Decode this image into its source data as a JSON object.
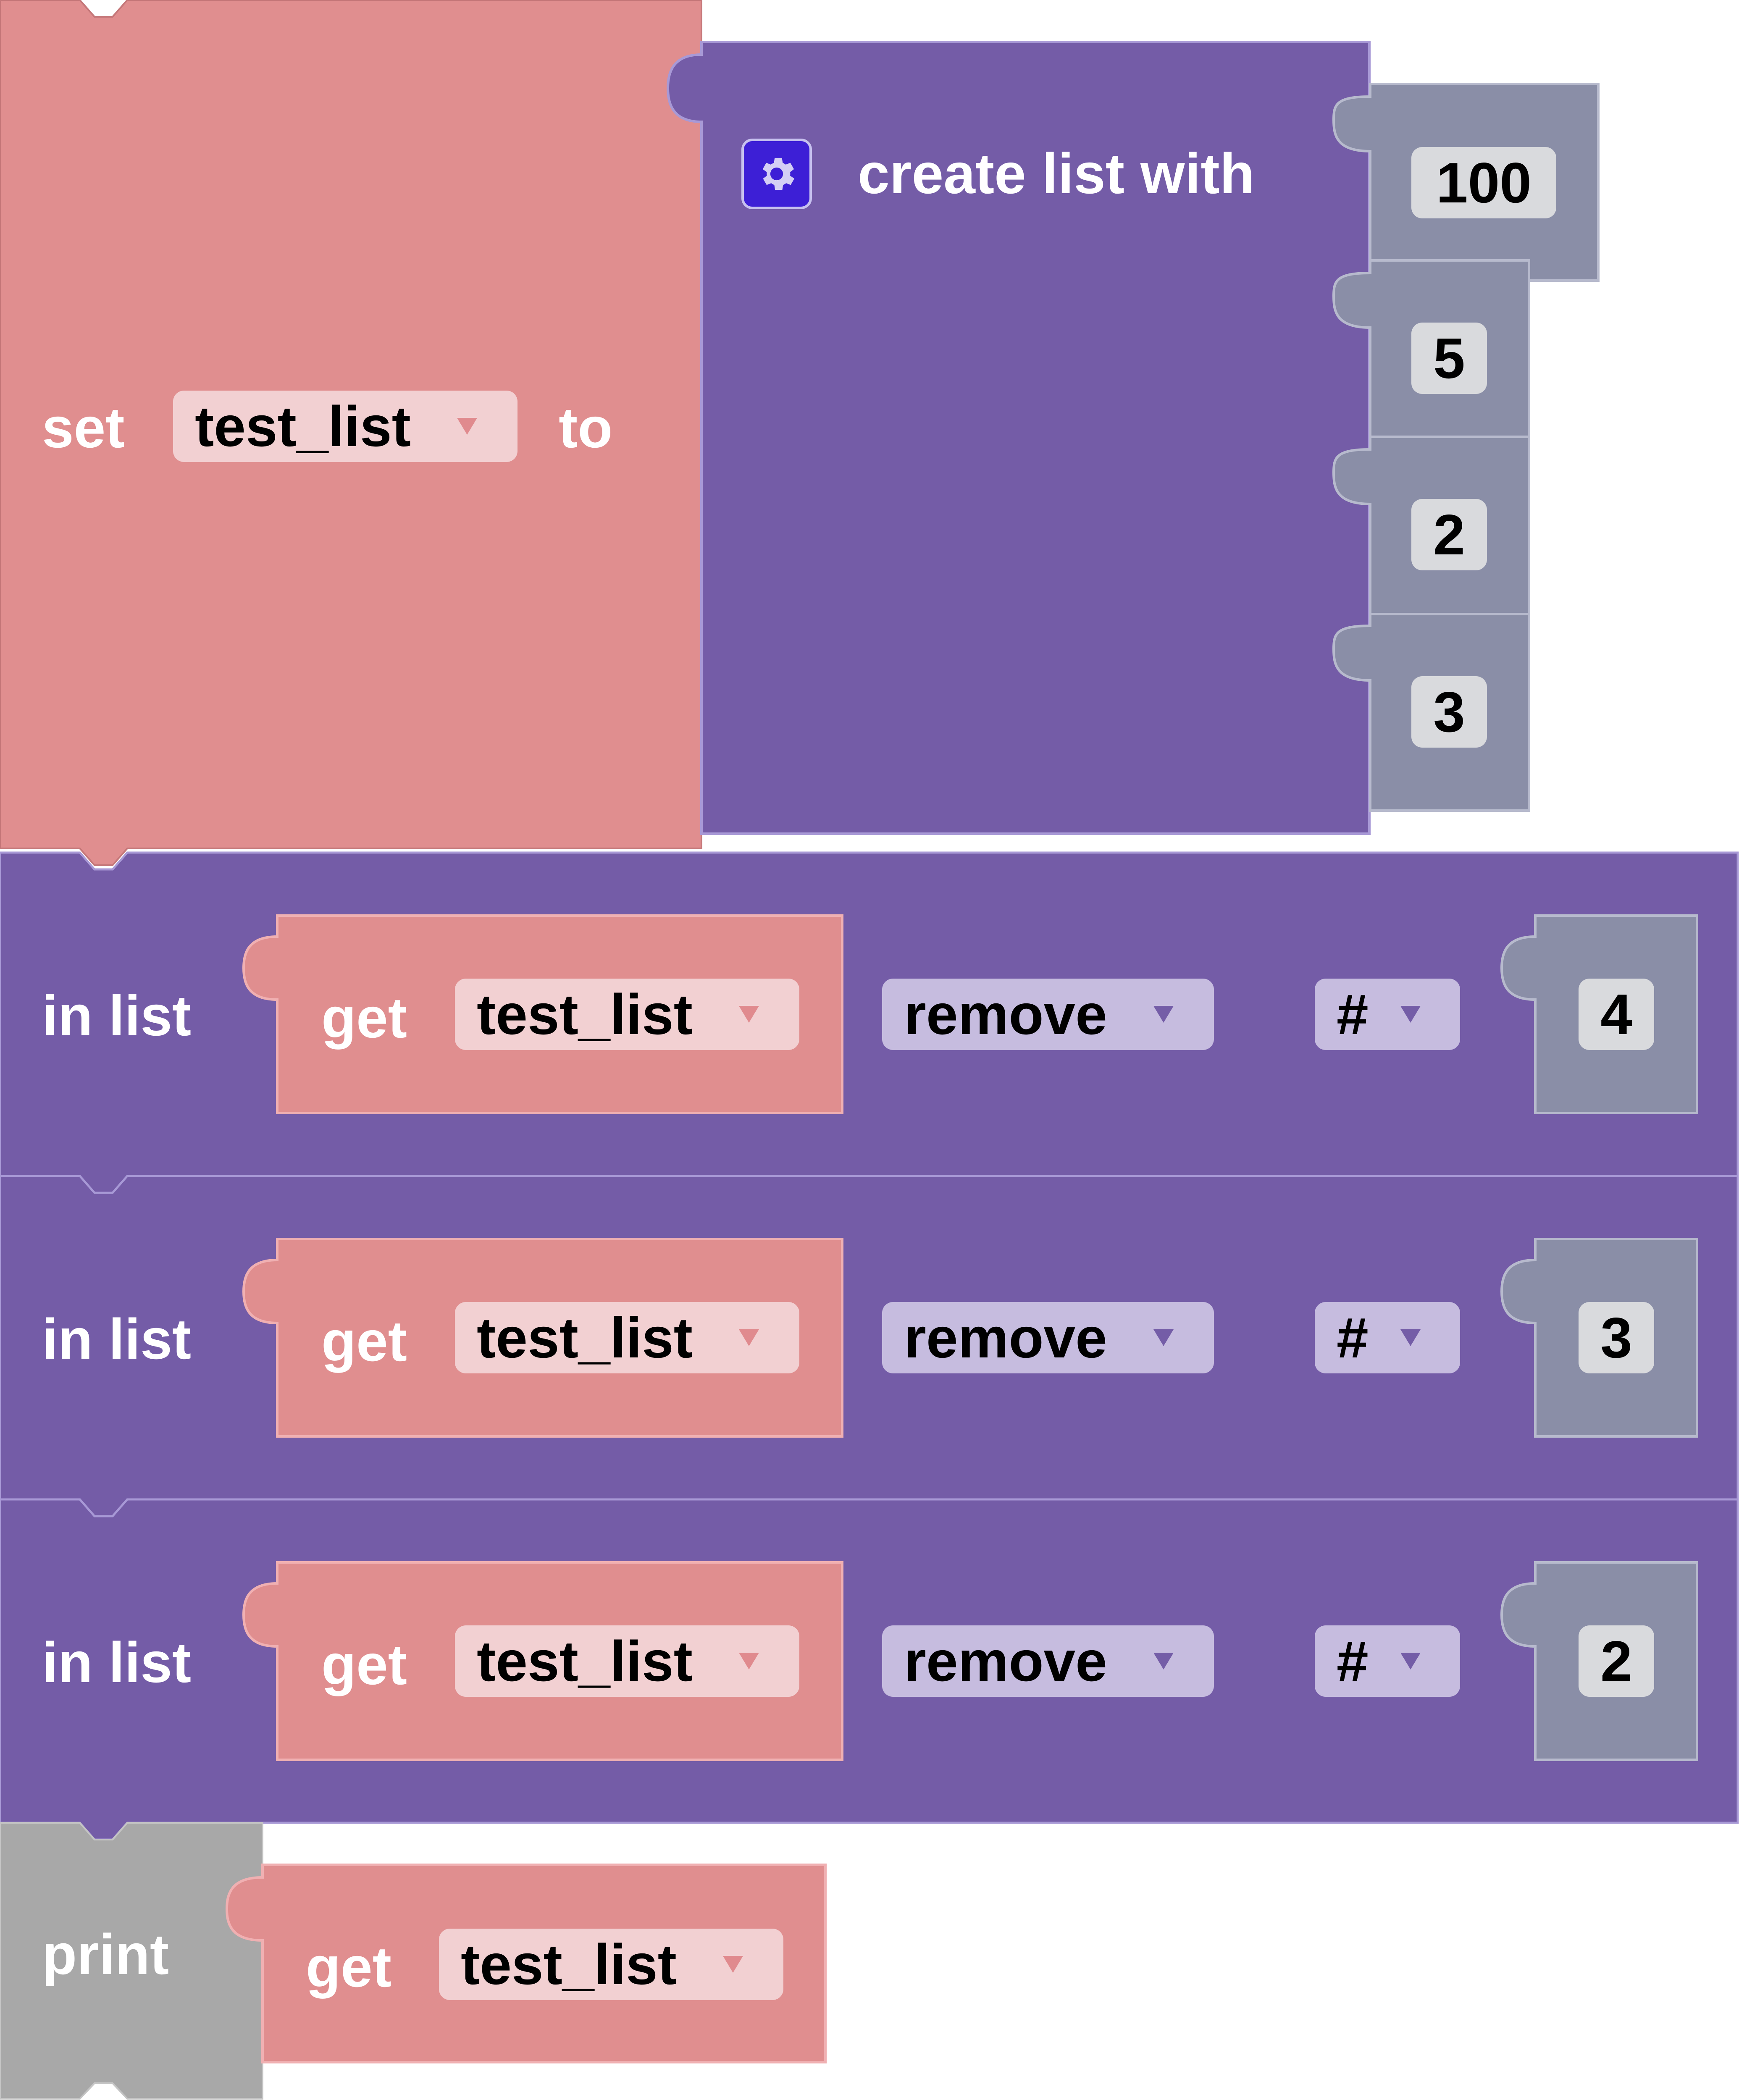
{
  "colors": {
    "variables": "#e08e8f",
    "lists": "#745ca7",
    "math": "#8a8ea7",
    "text": "#a8a8a8"
  },
  "set_block": {
    "keyword": "set",
    "variable": "test_list",
    "to_label": "to",
    "value": {
      "label": "create list with",
      "mutator_icon": "gear-icon",
      "items": [
        "100",
        "5",
        "2",
        "3"
      ]
    }
  },
  "remove_blocks": [
    {
      "in_list_label": "in list",
      "get_label": "get",
      "variable": "test_list",
      "mode": "remove",
      "where": "#",
      "index": "4"
    },
    {
      "in_list_label": "in list",
      "get_label": "get",
      "variable": "test_list",
      "mode": "remove",
      "where": "#",
      "index": "3"
    },
    {
      "in_list_label": "in list",
      "get_label": "get",
      "variable": "test_list",
      "mode": "remove",
      "where": "#",
      "index": "2"
    }
  ],
  "print_block": {
    "label": "print",
    "get_label": "get",
    "variable": "test_list"
  }
}
